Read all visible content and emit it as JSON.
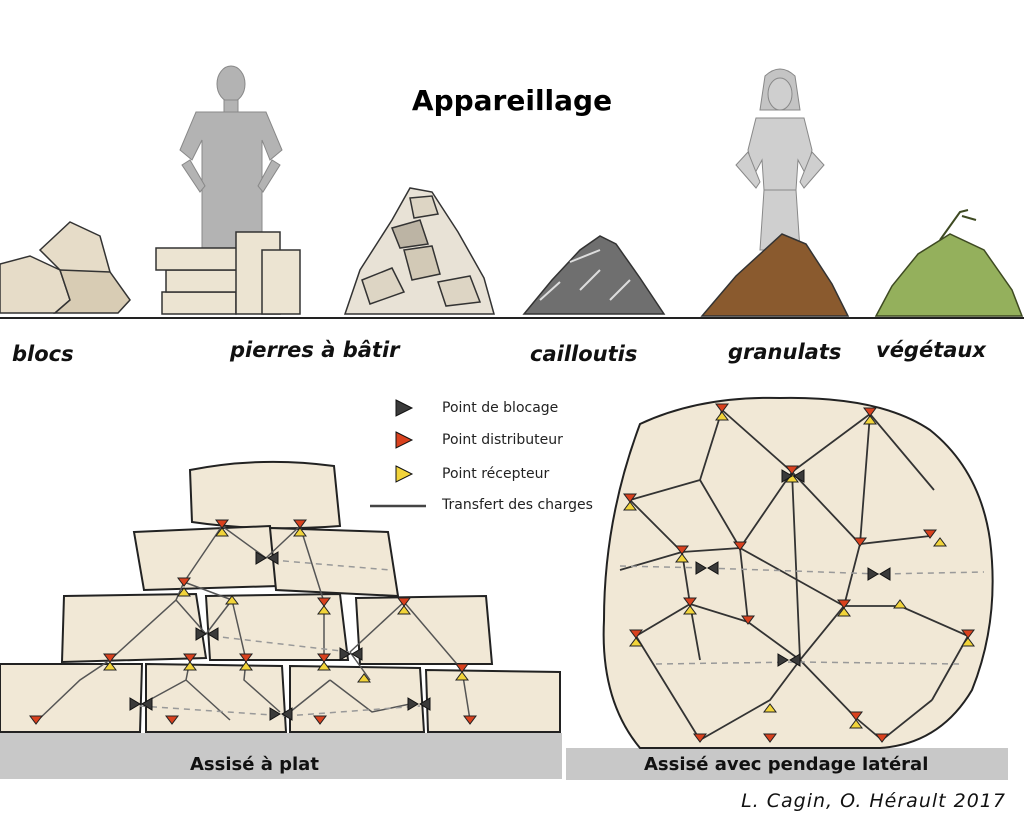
{
  "title": "Appareillage",
  "materials": [
    {
      "label": "blocs"
    },
    {
      "label": "pierres à bâtir"
    },
    {
      "label": "cailloutis"
    },
    {
      "label": "granulats"
    },
    {
      "label": "végétaux"
    }
  ],
  "legend": [
    {
      "label": "Point de blocage",
      "color": "#3a3a3a"
    },
    {
      "label": "Point distributeur",
      "color": "#d9411e"
    },
    {
      "label": "Point récepteur",
      "color": "#f2d43a"
    },
    {
      "label": "Transfert des charges",
      "color": "#444444"
    }
  ],
  "diagrams": {
    "left_label": "Assisé à plat",
    "right_label": "Assisé avec pendage latéral"
  },
  "credit": "L. Cagin, O. Hérault 2017",
  "colors": {
    "stone": "#f0e6d4",
    "outline": "#222222",
    "ground": "#c8c8c8",
    "figure": "#b0b0b0",
    "soil": "#8a5a2e",
    "vegetation": "#93b05a"
  }
}
